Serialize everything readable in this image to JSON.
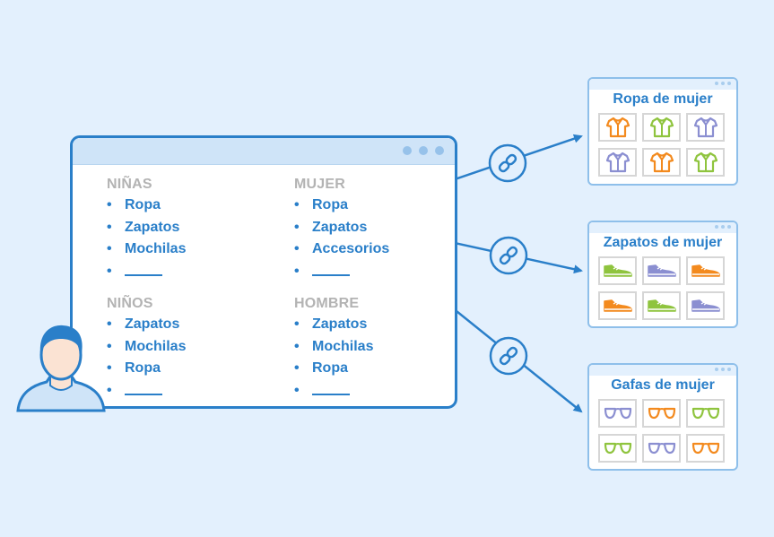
{
  "colors": {
    "background": "#e3f0fd",
    "primary": "#2a7fc9",
    "heading_gray": "#b3b3b3",
    "orange": "#f38a1e",
    "green": "#8fc43e",
    "purple": "#8b8fd1"
  },
  "main_window": {
    "sections": [
      {
        "heading": "NIÑAS",
        "items": [
          "Ropa",
          "Zapatos",
          "Mochilas"
        ]
      },
      {
        "heading": "MUJER",
        "items": [
          "Ropa",
          "Zapatos",
          "Accesorios"
        ]
      },
      {
        "heading": "NIÑOS",
        "items": [
          "Zapatos",
          "Mochilas",
          "Ropa"
        ]
      },
      {
        "heading": "HOMBRE",
        "items": [
          "Zapatos",
          "Mochilas",
          "Ropa"
        ]
      }
    ],
    "bullet": "•"
  },
  "link_icon": "link-icon",
  "target_pages": [
    {
      "title": "Ropa de mujer",
      "icon": "tshirt-icon",
      "colors": [
        "orange",
        "green",
        "purple",
        "purple",
        "orange",
        "green"
      ]
    },
    {
      "title": "Zapatos de mujer",
      "icon": "shoe-icon",
      "colors": [
        "green",
        "purple",
        "orange",
        "orange",
        "green",
        "purple"
      ]
    },
    {
      "title": "Gafas de mujer",
      "icon": "glasses-icon",
      "colors": [
        "purple",
        "orange",
        "green",
        "green",
        "purple",
        "orange"
      ]
    }
  ],
  "avatar_icon": "user-avatar-icon"
}
